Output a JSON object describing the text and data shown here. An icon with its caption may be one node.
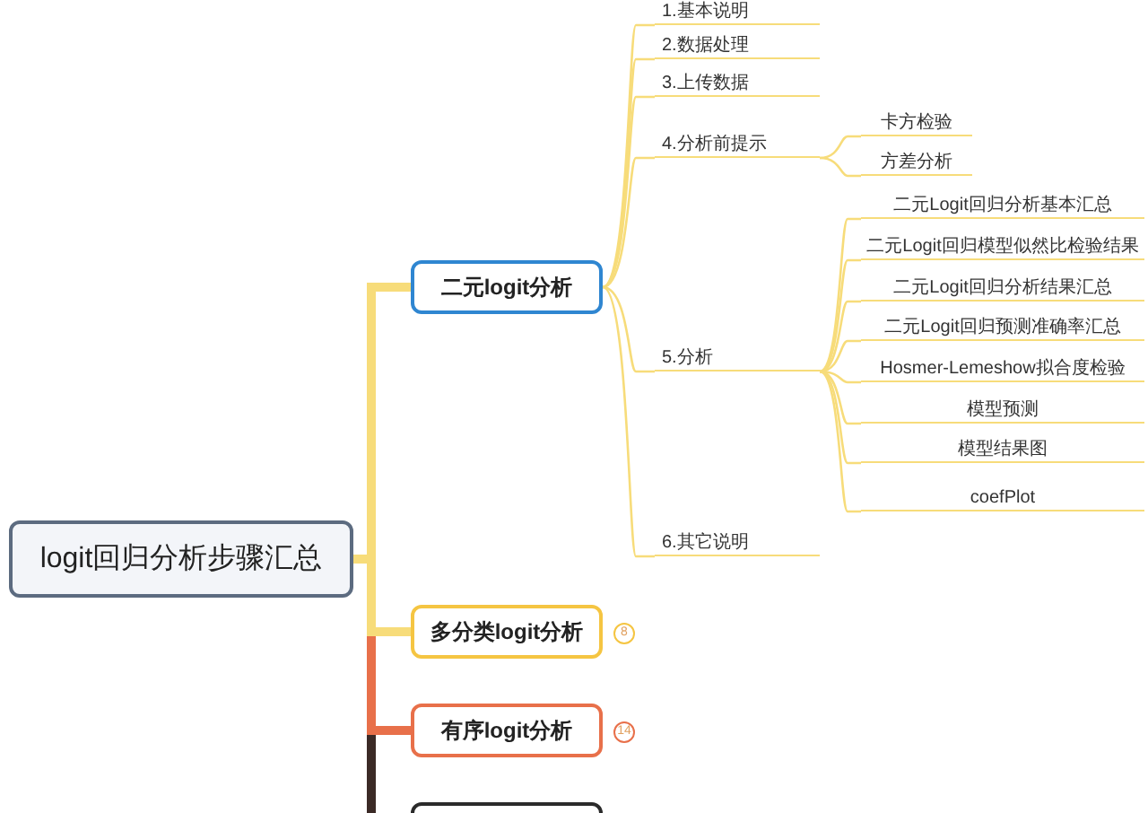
{
  "diagram": {
    "nodes": [
      {
        "text": [
          "logit回归分析步骤汇总"
        ]
      },
      {
        "text": [
          "二元logit分析"
        ]
      },
      {
        "text": [
          "多分类logit分析"
        ],
        "beside": [
          "8"
        ]
      },
      {
        "text": [
          "有序logit分析"
        ],
        "beside": [
          "14"
        ]
      },
      {
        "text": [],
        "shape": "box"
      },
      {
        "text": [
          "1.基本说明"
        ]
      },
      {
        "text": [
          "2.数据处理"
        ]
      },
      {
        "text": [
          "3.上传数据"
        ]
      },
      {
        "text": [
          "4.分析前提示"
        ]
      },
      {
        "text": [
          "卡方检验"
        ]
      },
      {
        "text": [
          "方差分析"
        ]
      },
      {
        "text": [
          "5.分析"
        ]
      },
      {
        "text": [
          "二元Logit回归分析基本汇总"
        ]
      },
      {
        "text": [
          "二元Logit回归模型似然比检验结果"
        ]
      },
      {
        "text": [
          "二元Logit回归分析结果汇总"
        ]
      },
      {
        "text": [
          "二元Logit回归预测准确率汇总"
        ]
      },
      {
        "text": [
          "Hosmer-Lemeshow拟合度检验"
        ]
      },
      {
        "text": [
          "模型预测"
        ]
      },
      {
        "text": [
          "模型结果图"
        ]
      },
      {
        "text": [
          "coefPlot"
        ]
      },
      {
        "text": [
          "6.其它说明"
        ]
      }
    ],
    "edges": [
      {
        "from": 0,
        "to": 4,
        "arrow": "none",
        "style": "thick",
        "color": "#3b2a26"
      },
      {
        "from": 0,
        "to": 3,
        "arrow": "none",
        "style": "thick",
        "color": "#e8704a"
      },
      {
        "from": 0,
        "to": 1,
        "arrow": "none",
        "style": "thick"
      },
      {
        "from": 0,
        "to": 2,
        "arrow": "none",
        "style": "thick"
      },
      {
        "from": 1,
        "to": 5,
        "arrow": "none"
      },
      {
        "from": 1,
        "to": 6,
        "arrow": "none"
      },
      {
        "from": 1,
        "to": 7,
        "arrow": "none"
      },
      {
        "from": 1,
        "to": 8,
        "arrow": "none"
      },
      {
        "from": 1,
        "to": 11,
        "arrow": "none"
      },
      {
        "from": 1,
        "to": 20,
        "arrow": "none"
      },
      {
        "from": 8,
        "to": 9,
        "arrow": "none"
      },
      {
        "from": 8,
        "to": 10,
        "arrow": "none"
      },
      {
        "from": 11,
        "to": 12,
        "arrow": "none"
      },
      {
        "from": 11,
        "to": 13,
        "arrow": "none"
      },
      {
        "from": 11,
        "to": 14,
        "arrow": "none"
      },
      {
        "from": 11,
        "to": 15,
        "arrow": "none"
      },
      {
        "from": 11,
        "to": 16,
        "arrow": "none"
      },
      {
        "from": 11,
        "to": 17,
        "arrow": "none"
      },
      {
        "from": 11,
        "to": 18,
        "arrow": "none"
      },
      {
        "from": 11,
        "to": 19,
        "arrow": "none"
      }
    ]
  }
}
